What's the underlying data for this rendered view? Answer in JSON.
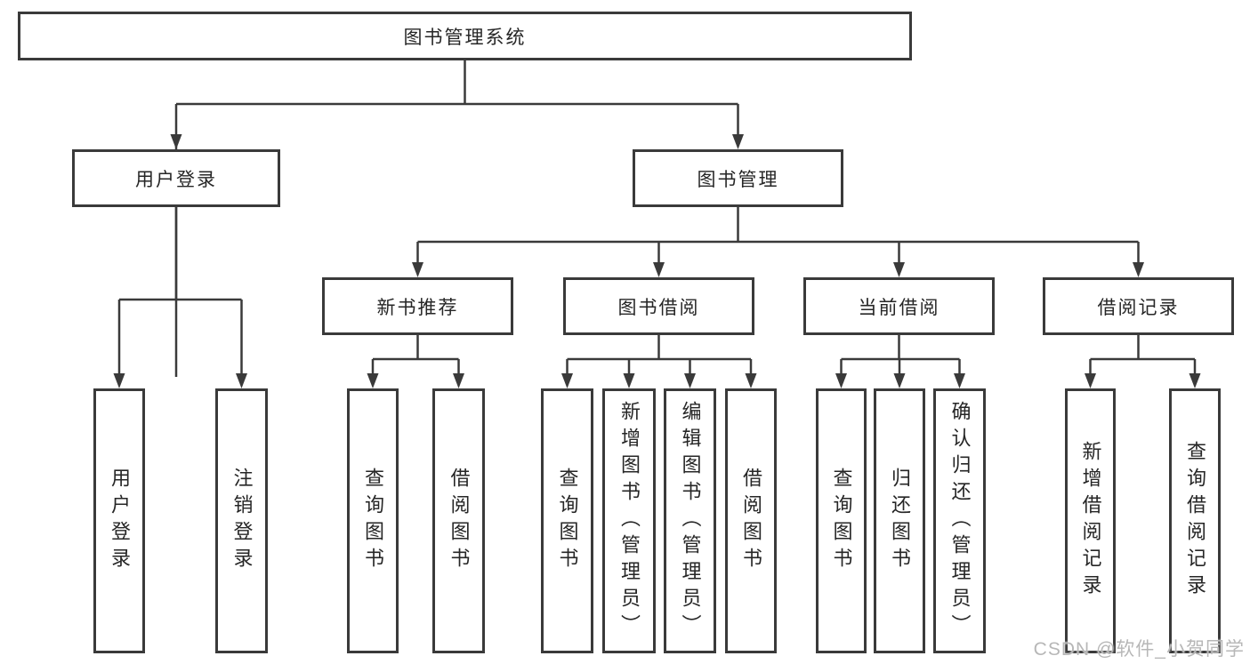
{
  "page": {
    "background": "#ffffff"
  },
  "colors": {
    "line": "#3a3a3a",
    "box_border": "#3a3a3a",
    "text": "#262626",
    "watermark": "#b7b7b7"
  },
  "nodes": {
    "root": "图书管理系统",
    "user_login": "用户登录",
    "book_management": "图书管理",
    "new_book_recommend": "新书推荐",
    "book_borrow": "图书借阅",
    "current_borrow": "当前借阅",
    "borrow_records": "借阅记录",
    "leaf_user_login": "用户登录",
    "leaf_logout": "注销登录",
    "rec_query_book": "查询图书",
    "rec_borrow_book": "借阅图书",
    "bb_query_book": "查询图书",
    "bb_add_book": "新增图书（管理员）",
    "bb_edit_book": "编辑图书（管理员）",
    "bb_borrow_book": "借阅图书",
    "cb_query_book": "查询图书",
    "cb_return_book": "归还图书",
    "cb_confirm_return": "确认归还（管理员）",
    "br_add_record": "新增借阅记录",
    "br_query_record": "查询借阅记录"
  },
  "hierarchy": {
    "图书管理系统": [
      "用户登录",
      "图书管理"
    ],
    "用户登录": [
      "用户登录",
      "注销登录"
    ],
    "图书管理": [
      "新书推荐",
      "图书借阅",
      "当前借阅",
      "借阅记录"
    ],
    "新书推荐": [
      "查询图书",
      "借阅图书"
    ],
    "图书借阅": [
      "查询图书",
      "新增图书（管理员）",
      "编辑图书（管理员）",
      "借阅图书"
    ],
    "当前借阅": [
      "查询图书",
      "归还图书",
      "确认归还（管理员）"
    ],
    "借阅记录": [
      "新增借阅记录",
      "查询借阅记录"
    ]
  },
  "watermark": "CSDN @软件_小贺同学"
}
